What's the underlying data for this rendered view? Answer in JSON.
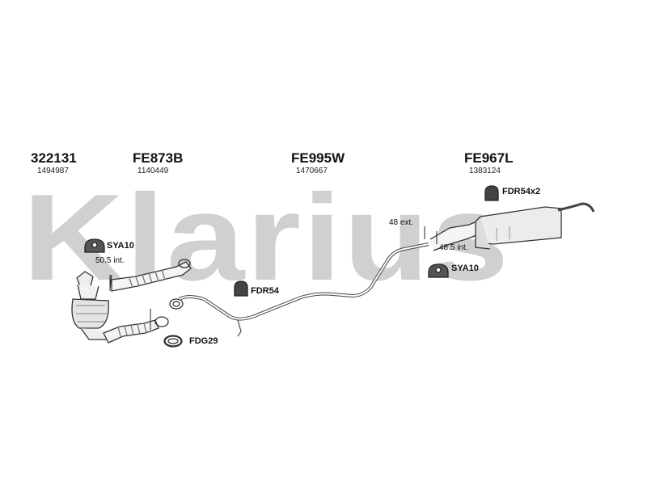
{
  "watermark": {
    "text": "Klarius"
  },
  "sections": [
    {
      "code": "322131",
      "ref": "1494987"
    },
    {
      "code": "FE873B",
      "ref": "1140449"
    },
    {
      "code": "FE995W",
      "ref": "1470667"
    },
    {
      "code": "FE967L",
      "ref": "1383124"
    }
  ],
  "parts": {
    "sya10_left": "SYA10",
    "fdr54": "FDR54",
    "fdg29": "FDG29",
    "fdr54x2": "FDR54x2",
    "sya10_right": "SYA10"
  },
  "measurements": {
    "int_50_5": "50.5 int.",
    "ext_48": "48 ext.",
    "int_48_5": "48.5 int."
  },
  "icons": [
    "rubber-hanger-icon",
    "mounting-clamp-icon",
    "gasket-ring-icon"
  ]
}
